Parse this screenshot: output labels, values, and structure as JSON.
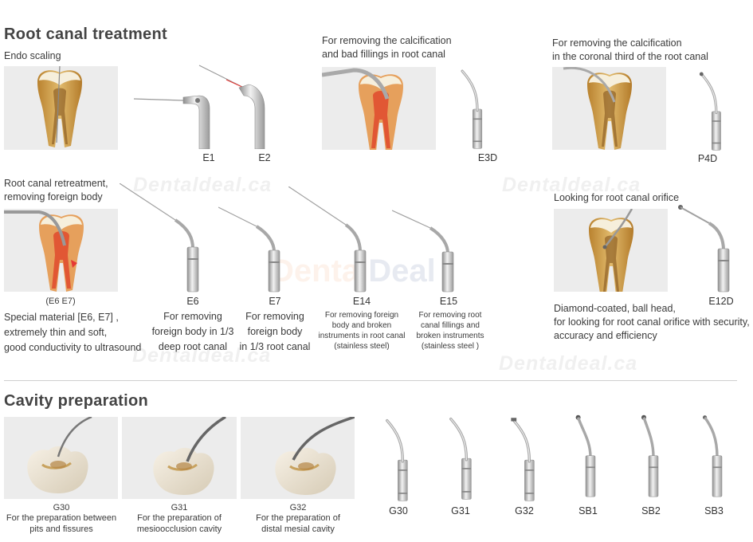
{
  "root_canal": {
    "title": "Root canal treatment",
    "endo_scaling": "Endo scaling",
    "calc_line1": "For removing the calcification",
    "calc_line2": "and bad fillings in root canal",
    "coronal_line1": "For removing the calcification",
    "coronal_line2": "in the coronal third of the root canal",
    "retreat_line1": "Root canal retreatment,",
    "retreat_line2": "removing foreign body",
    "e6e7_caption": "(E6 E7)",
    "special_line1": "Special material [E6, E7] ,",
    "special_line2": "extremely thin and soft,",
    "special_line3": "good conductivity to ultrasound",
    "orifice_title": "Looking for root canal orifice",
    "diamond_line1": "Diamond-coated, ball head,",
    "diamond_line2": "for looking for root canal orifice with security,",
    "diamond_line3": "accuracy and efficiency"
  },
  "tips": {
    "e1": "E1",
    "e2": "E2",
    "e3d": "E3D",
    "p4d": "P4D",
    "e6": "E6",
    "e7": "E7",
    "e14": "E14",
    "e15": "E15",
    "e12d": "E12D",
    "g30": "G30",
    "g31": "G31",
    "g32": "G32",
    "sb1": "SB1",
    "sb2": "SB2",
    "sb3": "SB3"
  },
  "descriptions": {
    "e6_line1": "For removing",
    "e6_line2": "foreign body in 1/3",
    "e6_line3": "deep root canal",
    "e7_line1": "For removing",
    "e7_line2": "foreign body",
    "e7_line3": "in 1/3 root canal",
    "e14_line1": "For removing foreign",
    "e14_line2": "body and broken",
    "e14_line3": "instruments in root canal",
    "e14_line4": "(stainless steel)",
    "e15_line1": "For removing root",
    "e15_line2": "canal fillings and",
    "e15_line3": "broken instruments",
    "e15_line4": "(stainless steel )"
  },
  "cavity": {
    "title": "Cavity preparation",
    "g30_label": "G30",
    "g30_line1": "For the preparation between",
    "g30_line2": "pits and fissures",
    "g31_label": "G31",
    "g31_line1": "For the preparation of",
    "g31_line2": "mesioocclusion cavity",
    "g32_label": "G32",
    "g32_line1": "For the preparation of",
    "g32_line2": "distal mesial cavity"
  },
  "watermarks": {
    "small": "Dentaldeal.ca",
    "big_part1": "Dental",
    "big_part2": "Deal"
  },
  "colors": {
    "dentin": "#c99a4a",
    "enamel": "#f4ecd6",
    "pulp": "#e05a2a",
    "steel": "#b9b9b9",
    "photo_bg": "#ececec"
  }
}
